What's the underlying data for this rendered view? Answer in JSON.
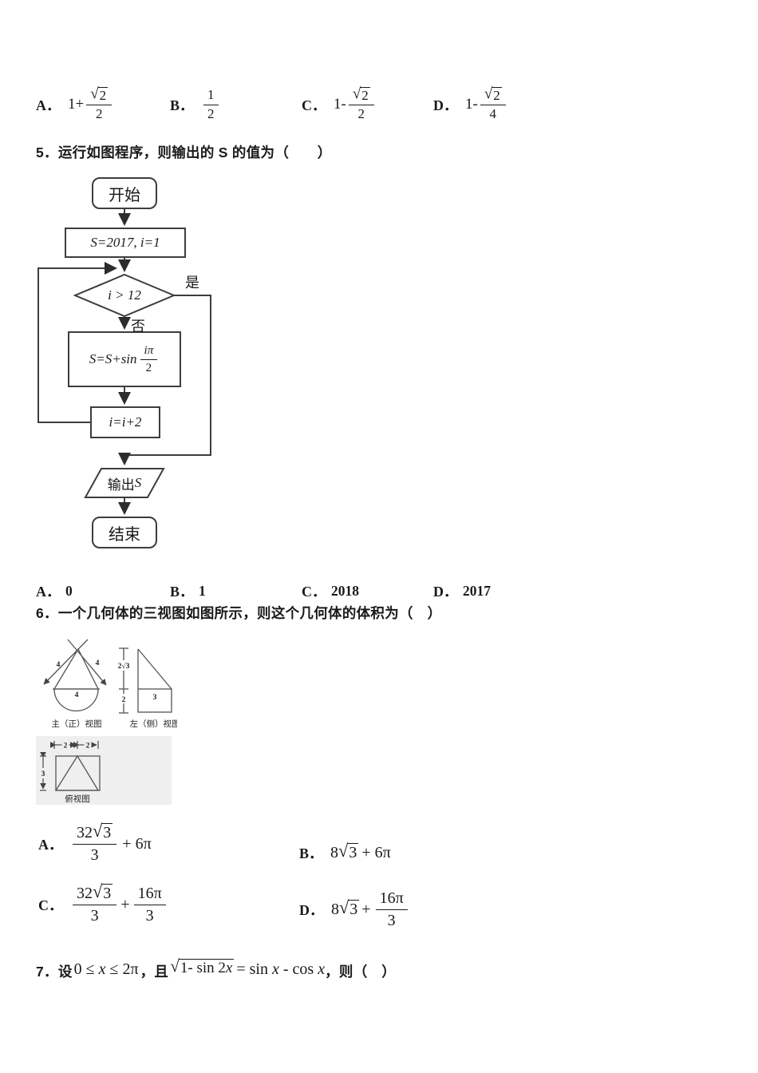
{
  "page": {
    "bg": "#ffffff",
    "ink": "#1a1a1a",
    "flow_line": "#3d3d3d",
    "figure_line": "#555555",
    "figure_bg": "#efefef"
  },
  "q4_options": {
    "a": {
      "label": "A．",
      "pre": "1+",
      "sqrt": "√",
      "radicand": "2",
      "den": "2"
    },
    "b": {
      "label": "B．",
      "num": "1",
      "den": "2"
    },
    "c": {
      "label": "C．",
      "pre": "1-",
      "sqrt": "√",
      "radicand": "2",
      "den": "2"
    },
    "d": {
      "label": "D．",
      "pre": "1-",
      "sqrt": "√",
      "radicand": "2",
      "den": "4"
    }
  },
  "q5": {
    "title": "5．运行如图程序，则输出的 S 的值为（　　）",
    "options": {
      "a": {
        "label": "A．",
        "value": "0"
      },
      "b": {
        "label": "B．",
        "value": "1"
      },
      "c": {
        "label": "C．",
        "value": "2018"
      },
      "d": {
        "label": "D．",
        "value": "2017"
      }
    }
  },
  "flowchart": {
    "start": "开始",
    "init": "S=2017, i=1",
    "condition": "i > 12",
    "yes": "是",
    "no": "否",
    "body_pre": "S=S+sin",
    "body_frac_num": "iπ",
    "body_frac_den": "2",
    "increment": "i=i+2",
    "output_text": "输出",
    "output_var": "S",
    "end": "结束"
  },
  "q6": {
    "title": "6．一个几何体的三视图如图所示，则这个几何体的体积为（　）",
    "figure": {
      "front_label": "主（正）视图",
      "side_label": "左（侧）视图",
      "top_label": "俯视图",
      "front_dim_left": "4",
      "front_dim_right": "4",
      "front_dim_base": "4",
      "side_dim_upper": "2√3",
      "side_dim_lower": "2",
      "side_width": "3",
      "top_dim_left": "2",
      "top_dim_right": "2",
      "top_dim_side": "3"
    },
    "options": {
      "a": {
        "label": "A．",
        "num_coef": "32",
        "sqrt": "√",
        "radicand": "3",
        "den": "3",
        "suffix": "+ 6π"
      },
      "b": {
        "label": "B．",
        "coef": "8",
        "sqrt": "√",
        "radicand": "3",
        "suffix": "+ 6π"
      },
      "c": {
        "label": "C．",
        "num_coef": "32",
        "sqrt": "√",
        "radicand": "3",
        "den": "3",
        "plus": "+",
        "num2": "16π",
        "den2": "3"
      },
      "d": {
        "label": "D．",
        "coef": "8",
        "sqrt": "√",
        "radicand": "3",
        "plus": "+",
        "num2": "16π",
        "den2": "3"
      }
    }
  },
  "q7": {
    "number": "7．",
    "t1": "设",
    "m1a": "0 ≤ ",
    "m1x": "x",
    "m1b": " ≤ 2π",
    "c1": "，",
    "t2": "且",
    "sqrt": "√",
    "rad_a": "1- sin 2",
    "rad_x": "x",
    "eq": "= sin ",
    "x1": "x",
    "minus": " - cos ",
    "x2": "x",
    "c2": "，",
    "t3": "则（　）"
  }
}
